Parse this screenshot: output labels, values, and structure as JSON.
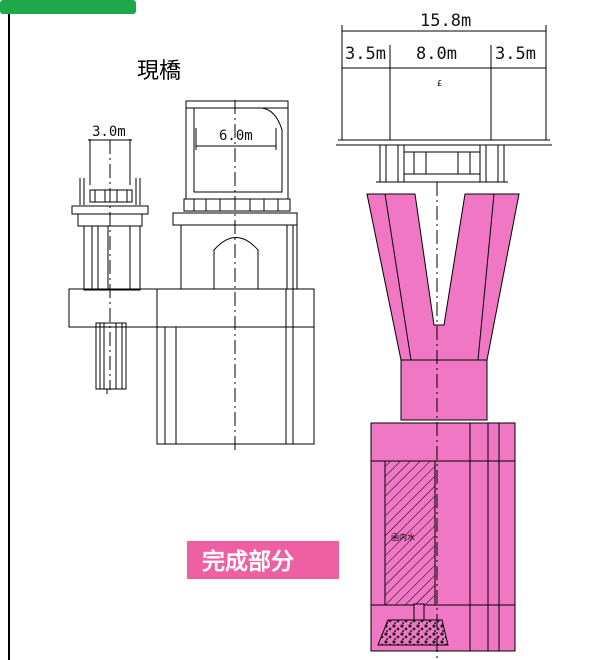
{
  "header_tab": {
    "label": "",
    "color": "#1fa84a"
  },
  "labels": {
    "existing_bridge": "現橋",
    "completed_part": "完成部分",
    "water_tag": "函内水",
    "center_mark": "£"
  },
  "dimensions": {
    "total_width": "15.8m",
    "left_side": "3.5m",
    "middle": "8.0m",
    "right_side": "3.5m",
    "existing_left": "3.0m",
    "existing_right": "6.0m"
  },
  "colors": {
    "pink_fill": "#f077c4",
    "label_box": "#ef5fa4",
    "line": "#000000",
    "gravel": "#2a2a2a"
  }
}
